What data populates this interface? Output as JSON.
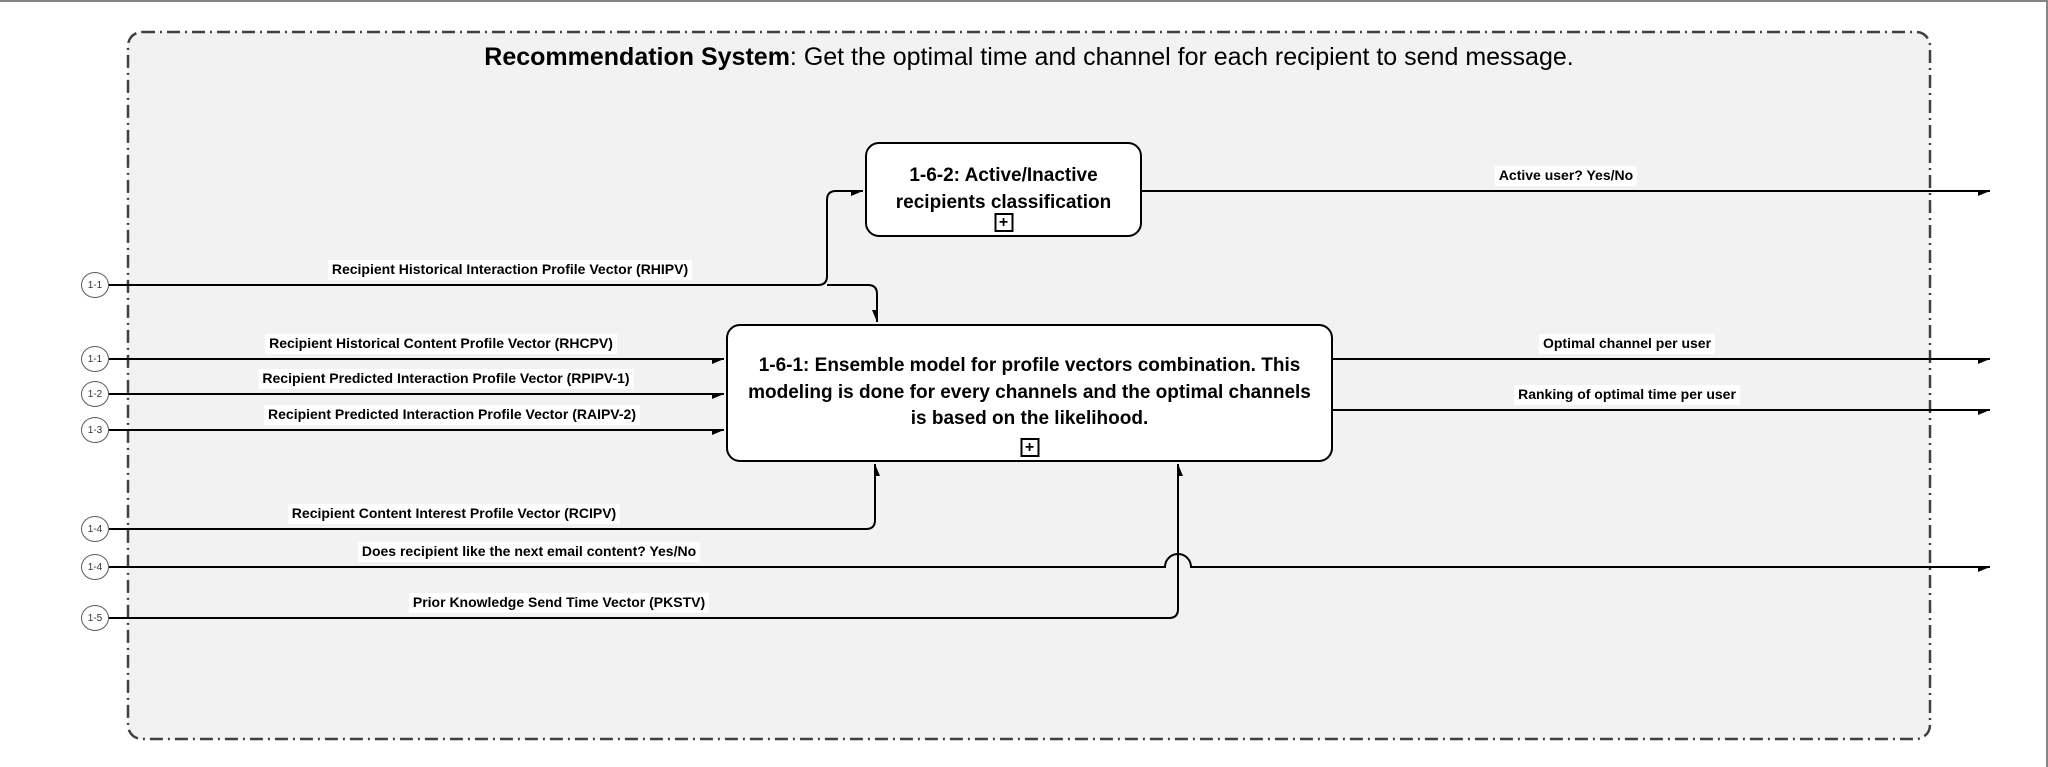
{
  "title": {
    "bold": "Recommendation System",
    "rest": ": Get the optimal time and channel for each recipient to send message."
  },
  "nodes": [
    {
      "id": "1-6-2",
      "label": "1-6-2: Active/Inactive recipients classification",
      "expand_icon": "+"
    },
    {
      "id": "1-6-1",
      "label": "1-6-1: Ensemble model for profile vectors combination. This modeling is done for every channels and the optimal channels is based on the likelihood.",
      "expand_icon": "+"
    }
  ],
  "inputs": [
    {
      "ref": "1-1",
      "label": "Recipient Historical Interaction Profile Vector (RHIPV)"
    },
    {
      "ref": "1-1",
      "label": "Recipient Historical Content Profile Vector (RHCPV)"
    },
    {
      "ref": "1-2",
      "label": "Recipient Predicted Interaction Profile Vector (RPIPV-1)"
    },
    {
      "ref": "1-3",
      "label": "Recipient Predicted Interaction Profile Vector (RAIPV-2)"
    },
    {
      "ref": "1-4",
      "label": "Recipient Content Interest Profile Vector (RCIPV)"
    },
    {
      "ref": "1-4",
      "label": "Does recipient like the next email content? Yes/No"
    },
    {
      "ref": "1-5",
      "label": "Prior Knowledge Send Time Vector (PKSTV)"
    }
  ],
  "outputs": [
    {
      "label": "Active user? Yes/No"
    },
    {
      "label": "Optimal channel per user"
    },
    {
      "label": "Ranking of optimal time per user"
    }
  ],
  "colors": {
    "boundary_fill": "#f2f2f2",
    "boundary_stroke": "#404040",
    "edge_stroke": "#000000",
    "node_fill": "#ffffff",
    "frame_border": "#858585"
  }
}
